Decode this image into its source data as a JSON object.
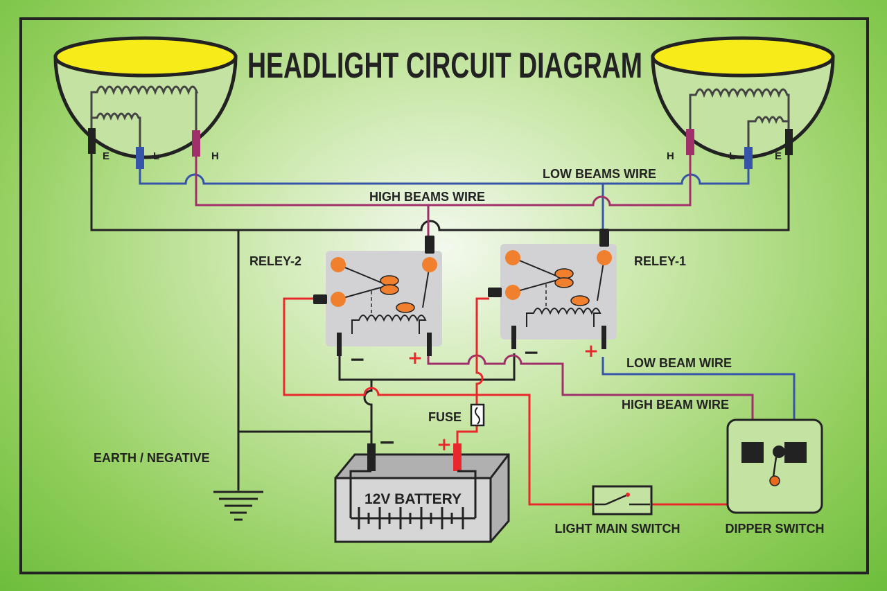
{
  "title": "HEADLIGHT CIRCUIT DIAGRAM",
  "colors": {
    "ground": "#222222",
    "low_beam": "#3654a8",
    "high_beam": "#a0306a",
    "feed": "#e8282a",
    "dipper": "#e86a1c",
    "lamp_yellow": "#f7ec1a",
    "relay_body": "#d2d2d4",
    "relay_terminal": "#f07f2e",
    "battery_body": "#d6d6d6"
  },
  "headlights": {
    "left": {
      "terminals": {
        "earth": "E",
        "low": "L",
        "high": "H"
      }
    },
    "right": {
      "terminals": {
        "earth": "E",
        "low": "L",
        "high": "H"
      }
    }
  },
  "wires": {
    "low_beams": "LOW BEAMS WIRE",
    "high_beams": "HIGH BEAMS WIRE",
    "low_beam": "LOW BEAM WIRE",
    "high_beam": "HIGH BEAM WIRE"
  },
  "relays": {
    "relay2": {
      "label": "RELEY-2",
      "negative": "−",
      "positive": "+"
    },
    "relay1": {
      "label": "RELEY-1",
      "negative": "−",
      "positive": "+"
    }
  },
  "fuse": {
    "label": "FUSE"
  },
  "battery": {
    "label": "12V BATTERY",
    "negative": "−",
    "positive": "+"
  },
  "earth": {
    "label": "EARTH / NEGATIVE"
  },
  "switches": {
    "main": {
      "label": "LIGHT MAIN SWITCH"
    },
    "dipper": {
      "label": "DIPPER SWITCH"
    }
  }
}
